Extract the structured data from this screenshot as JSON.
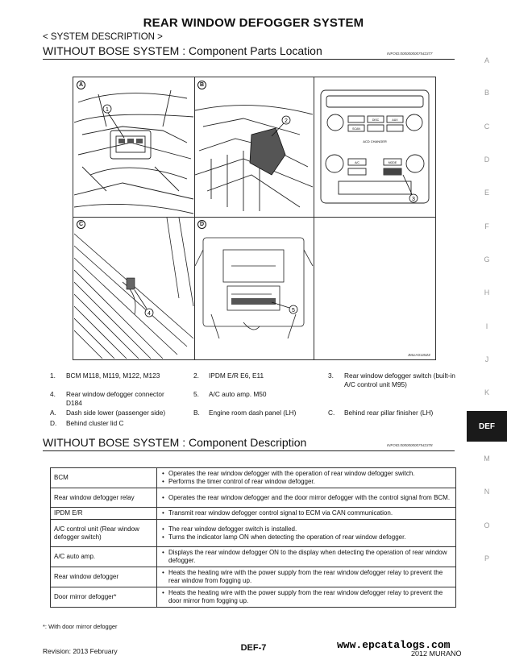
{
  "header": {
    "title": "REAR WINDOW DEFOGGER SYSTEM",
    "breadcrumb": "< SYSTEM DESCRIPTION >"
  },
  "section1": {
    "title": "WITHOUT BOSE SYSTEM : Component Parts Location",
    "info_id": "INFOID:0000000007542377"
  },
  "figure": {
    "panels": [
      {
        "letter": "A",
        "callouts": [
          "1"
        ]
      },
      {
        "letter": "B",
        "callouts": [
          "2"
        ]
      },
      {
        "letter": "",
        "callouts": [
          "3"
        ],
        "texts": [
          "ACD CHANGER",
          "DISC",
          "AUX",
          "SCAN",
          "MODE",
          "A/C"
        ]
      },
      {
        "letter": "C",
        "callouts": [
          "4"
        ]
      },
      {
        "letter": "D",
        "callouts": [
          "5"
        ]
      }
    ],
    "code": "JMLIA0125ZZ"
  },
  "legend": {
    "items": [
      {
        "num": "1.",
        "text": "BCM M118, M119, M122, M123"
      },
      {
        "num": "2.",
        "text": "IPDM E/R E6, E11"
      },
      {
        "num": "3.",
        "text": "Rear window defogger switch (built-in A/C control unit M95)"
      },
      {
        "num": "4.",
        "text": "Rear window defogger connector D184"
      },
      {
        "num": "5.",
        "text": "A/C auto amp. M50"
      },
      {
        "num": "A.",
        "text": "Dash side lower (passenger side)"
      },
      {
        "num": "B.",
        "text": "Engine room dash panel (LH)"
      },
      {
        "num": "C.",
        "text": "Behind rear pillar finisher (LH)"
      },
      {
        "num": "D.",
        "text": "Behind cluster lid C"
      }
    ]
  },
  "section2": {
    "title": "WITHOUT BOSE SYSTEM : Component Description",
    "info_id": "INFOID:0000000007542378"
  },
  "table": {
    "rows": [
      {
        "name": "BCM",
        "desc": [
          "Operates the rear window defogger with the operation of rear window defogger switch.",
          "Performs the timer control of rear window defogger."
        ]
      },
      {
        "name": "Rear window defogger relay",
        "desc": [
          "Operates the rear window defogger and the door mirror defogger with the control signal from BCM."
        ]
      },
      {
        "name": "IPDM E/R",
        "desc": [
          "Transmit rear window defogger control signal to ECM via CAN communication."
        ]
      },
      {
        "name": "A/C control unit (Rear window defogger switch)",
        "desc": [
          "The rear window defogger switch is installed.",
          "Turns the indicator lamp ON when detecting the operation of rear window defogger."
        ]
      },
      {
        "name": "A/C auto amp.",
        "desc": [
          "Displays the rear window defogger ON to the display when detecting the operation of rear window defogger."
        ]
      },
      {
        "name": "Rear window defogger",
        "desc": [
          "Heats the heating wire with the power supply from the rear window defogger relay to prevent the rear window from fogging up."
        ]
      },
      {
        "name": "Door mirror defogger*",
        "desc": [
          "Heats the heating wire with the power supply from the rear window defogger relay to prevent the door mirror from fogging up."
        ]
      }
    ],
    "footnote": "*: With door mirror defogger"
  },
  "side_index": [
    "A",
    "B",
    "C",
    "D",
    "E",
    "F",
    "G",
    "H",
    "I",
    "J",
    "K",
    "DEF",
    "M",
    "N",
    "O",
    "P"
  ],
  "footer": {
    "revision": "Revision: 2013 February",
    "page": "DEF-7",
    "model": "2012 MURANO",
    "watermark": "www.epcatalogs.com"
  }
}
